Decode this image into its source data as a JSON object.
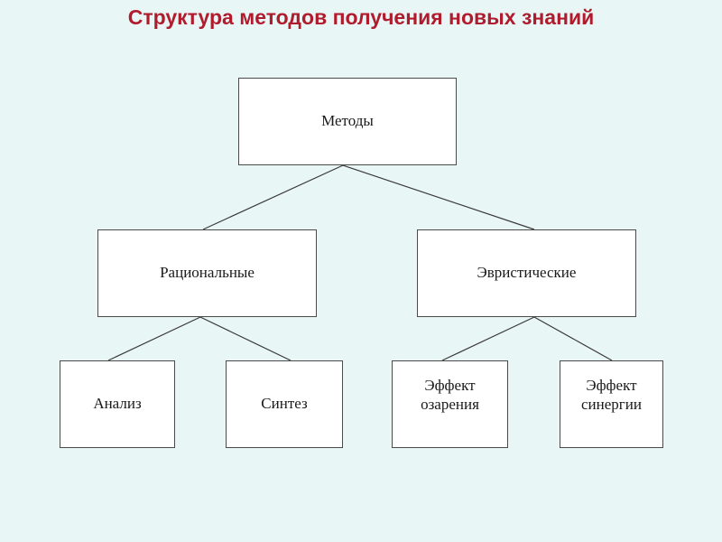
{
  "title": "Структура методов получения новых знаний",
  "nodes": {
    "root": "Методы",
    "rational": "Рациональные",
    "heuristic": "Эвристические",
    "analysis": "Анализ",
    "synthesis": "Синтез",
    "insight": "Эффект\nозарения",
    "synergy": "Эффект\nсинергии"
  },
  "edges": [
    [
      "root",
      "rational"
    ],
    [
      "root",
      "heuristic"
    ],
    [
      "rational",
      "analysis"
    ],
    [
      "rational",
      "synthesis"
    ],
    [
      "heuristic",
      "insight"
    ],
    [
      "heuristic",
      "synergy"
    ]
  ],
  "colors": {
    "background": "#e8f7f5",
    "title": "#b01c2e",
    "box_border": "#4a4a4a",
    "line": "#3a3a3a"
  }
}
